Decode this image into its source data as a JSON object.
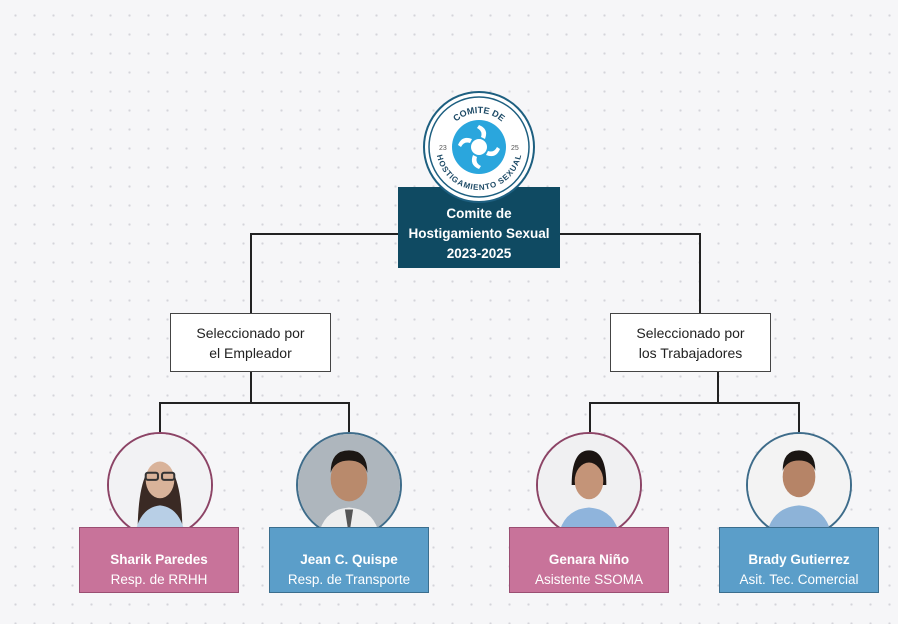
{
  "logo": {
    "top_text": "COMITE DE",
    "bottom_text": "HOSTIGAMIENTO SEXUAL",
    "left_num": "23",
    "right_num": "25"
  },
  "root": {
    "line1": "Comite de",
    "line2": "Hostigamiento Sexual",
    "line3": "2023-2025"
  },
  "groups": [
    {
      "line1": "Seleccionado por",
      "line2": "el Empleador"
    },
    {
      "line1": "Seleccionado por",
      "line2": "los Trabajadores"
    }
  ],
  "members": [
    {
      "name": "Sharik Paredes",
      "role": "Resp. de RRHH"
    },
    {
      "name": "Jean C. Quispe",
      "role": "Resp. de Transporte"
    },
    {
      "name": "Genara Niño",
      "role": "Asistente SSOMA"
    },
    {
      "name": "Brady Gutierrez",
      "role": "Asit. Tec. Comercial"
    }
  ],
  "colors": {
    "title": "#0f4a62",
    "pink": "#c8739a",
    "blue": "#5b9ec9"
  }
}
